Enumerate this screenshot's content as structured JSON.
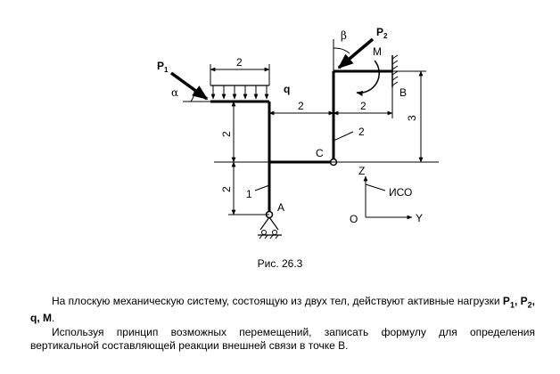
{
  "figure": {
    "caption": "Рис. 26.3",
    "labels": {
      "P1": "P",
      "P1_sub": "1",
      "P2": "P",
      "P2_sub": "2",
      "q": "q",
      "M": "M",
      "alpha": "α",
      "beta": "β",
      "A": "A",
      "B": "B",
      "C": "C",
      "body1": "1",
      "body2": "2",
      "frame_Z": "Z",
      "frame_Y": "Y",
      "frame_O": "O",
      "frame_name": "ИСО"
    },
    "dimensions": {
      "q_width": "2",
      "upper_left_height": "2",
      "lower_left_height": "2",
      "mid_span": "2",
      "right_span": "2",
      "right_height": "3"
    }
  },
  "problem": {
    "p1_text": "На плоскую механическую систему, состоящую из двух тел, действуют активные нагрузки ",
    "p1_loads": "P",
    "p1_s1": "1",
    "p1_sep1": ", P",
    "p1_s2": "2",
    "p1_sep2": ", q, M",
    "p1_end": ".",
    "p2_text": "Используя принцип возможных перемещений, записать формулу для определения вертикальной составляющей реакции внешней связи в точке B."
  }
}
